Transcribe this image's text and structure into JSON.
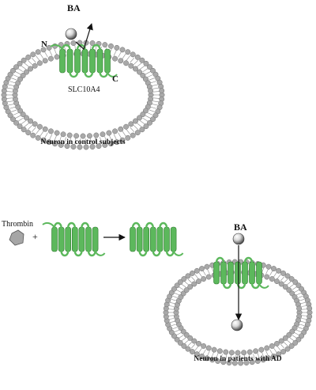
{
  "colors": {
    "membrane": "#a9a9a9",
    "membrane_stroke": "#6e6e6e",
    "transporter": "#5cb85c",
    "transporter_stroke": "#2d7a2d",
    "ball": "#dcdcdc",
    "thrombin": "#a6a6a6"
  },
  "top_panel": {
    "ba_label": "BA",
    "n_label": "N",
    "c_label": "C",
    "protein_label": "SLC10A4",
    "neuron_label": "Neuron in control subjects"
  },
  "reaction": {
    "thrombin_label": "Thrombin",
    "plus_sign": "+"
  },
  "bottom_panel": {
    "ba_label": "BA",
    "neuron_label": "Neuron in patients with AD"
  }
}
